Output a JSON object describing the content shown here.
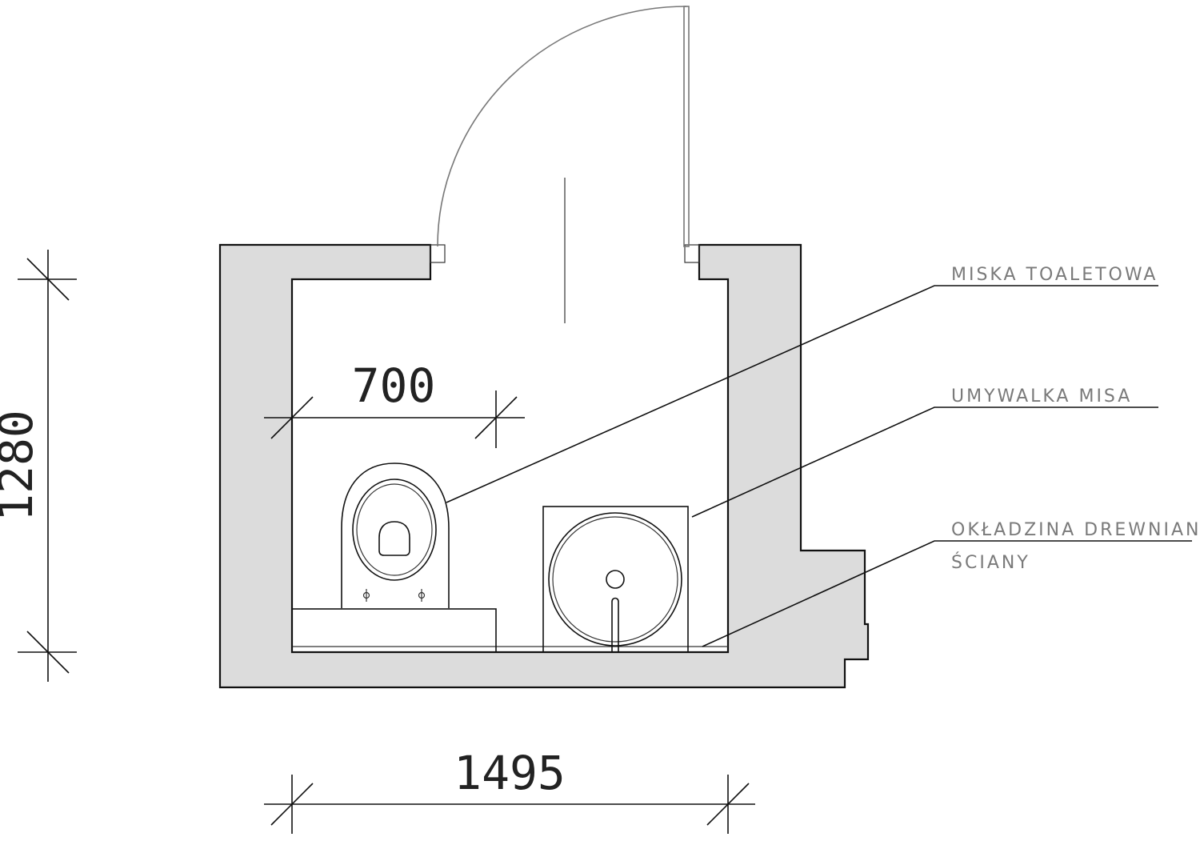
{
  "dimensions": {
    "height": "1280",
    "width": "1495",
    "clearance": "700"
  },
  "labels": {
    "toilet": "MISKA TOALETOWA",
    "basin": "UMYWALKA MISA",
    "cladding_line1": "OKŁADZINA DREWNIANA",
    "cladding_line2": "ŚCIANY"
  },
  "colors": {
    "wall_fill": "#dcdcdc",
    "line": "#111111",
    "label": "#7a7a7a"
  }
}
